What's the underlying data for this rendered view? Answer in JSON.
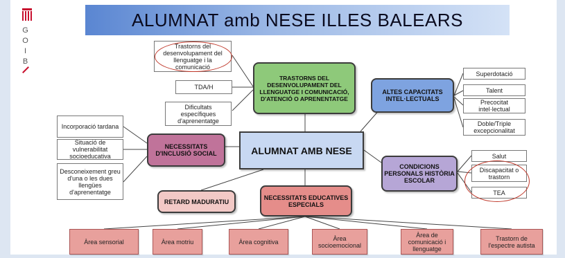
{
  "logo": {
    "letters": [
      "G",
      "O",
      "I",
      "B"
    ]
  },
  "title": "ALUMNAT amb NESE ILLES BALEARS",
  "center": "ALUMNAT AMB NESE",
  "trastorns": {
    "title": "TRASTORNS DEL DESENVOLUPAMENT DEL LLENGUATGE I COMUNICACIÓ, D'ATENCIÓ O APRENENTATGE",
    "items": [
      "Trastorns del desenvolupament del llenguatge i la comunicació",
      "TDA/H",
      "Dificultats específiques d'aprenentatge"
    ]
  },
  "altes": {
    "title": "ALTES CAPACITATS INTEL·LECTUALS",
    "items": [
      "Superdotació",
      "Talent",
      "Precocitat intel·lectual",
      "Doble/Triple excepcionalitat"
    ]
  },
  "inclusio": {
    "title": "NECESSITATS D'INCLUSIÓ SOCIAL",
    "items": [
      "Incorporació tardana",
      "Situació de vulnerabilitat socioeducativa",
      "Desconeixement greu d'una o les dues llengües d'aprenentatge"
    ]
  },
  "condicions": {
    "title": "CONDICIONS PERSONALS HISTÒRIA ESCOLAR",
    "items": [
      "Salut",
      "Discapacitat o trastorn",
      "TEA"
    ]
  },
  "retard": "RETARD MADURATIU",
  "nee": {
    "title": "NECESSITATS EDUCATIVES ESPECIALS",
    "items": [
      "Àrea sensorial",
      "Àrea motriu",
      "Àrea cognitiva",
      "Àrea socioemocional",
      "Àrea de comunicació i llenguatge",
      "Trastorn de l'espectre autista"
    ]
  },
  "colors": {
    "trastorns": "#8ec97a",
    "altes": "#7ea3e0",
    "inclusio": "#c0739a",
    "condicions": "#b6a6d6",
    "retard": "#f2c9c6",
    "nee": "#e58d8a",
    "center": "#c8d8f2",
    "highlight": "#c0392b"
  }
}
